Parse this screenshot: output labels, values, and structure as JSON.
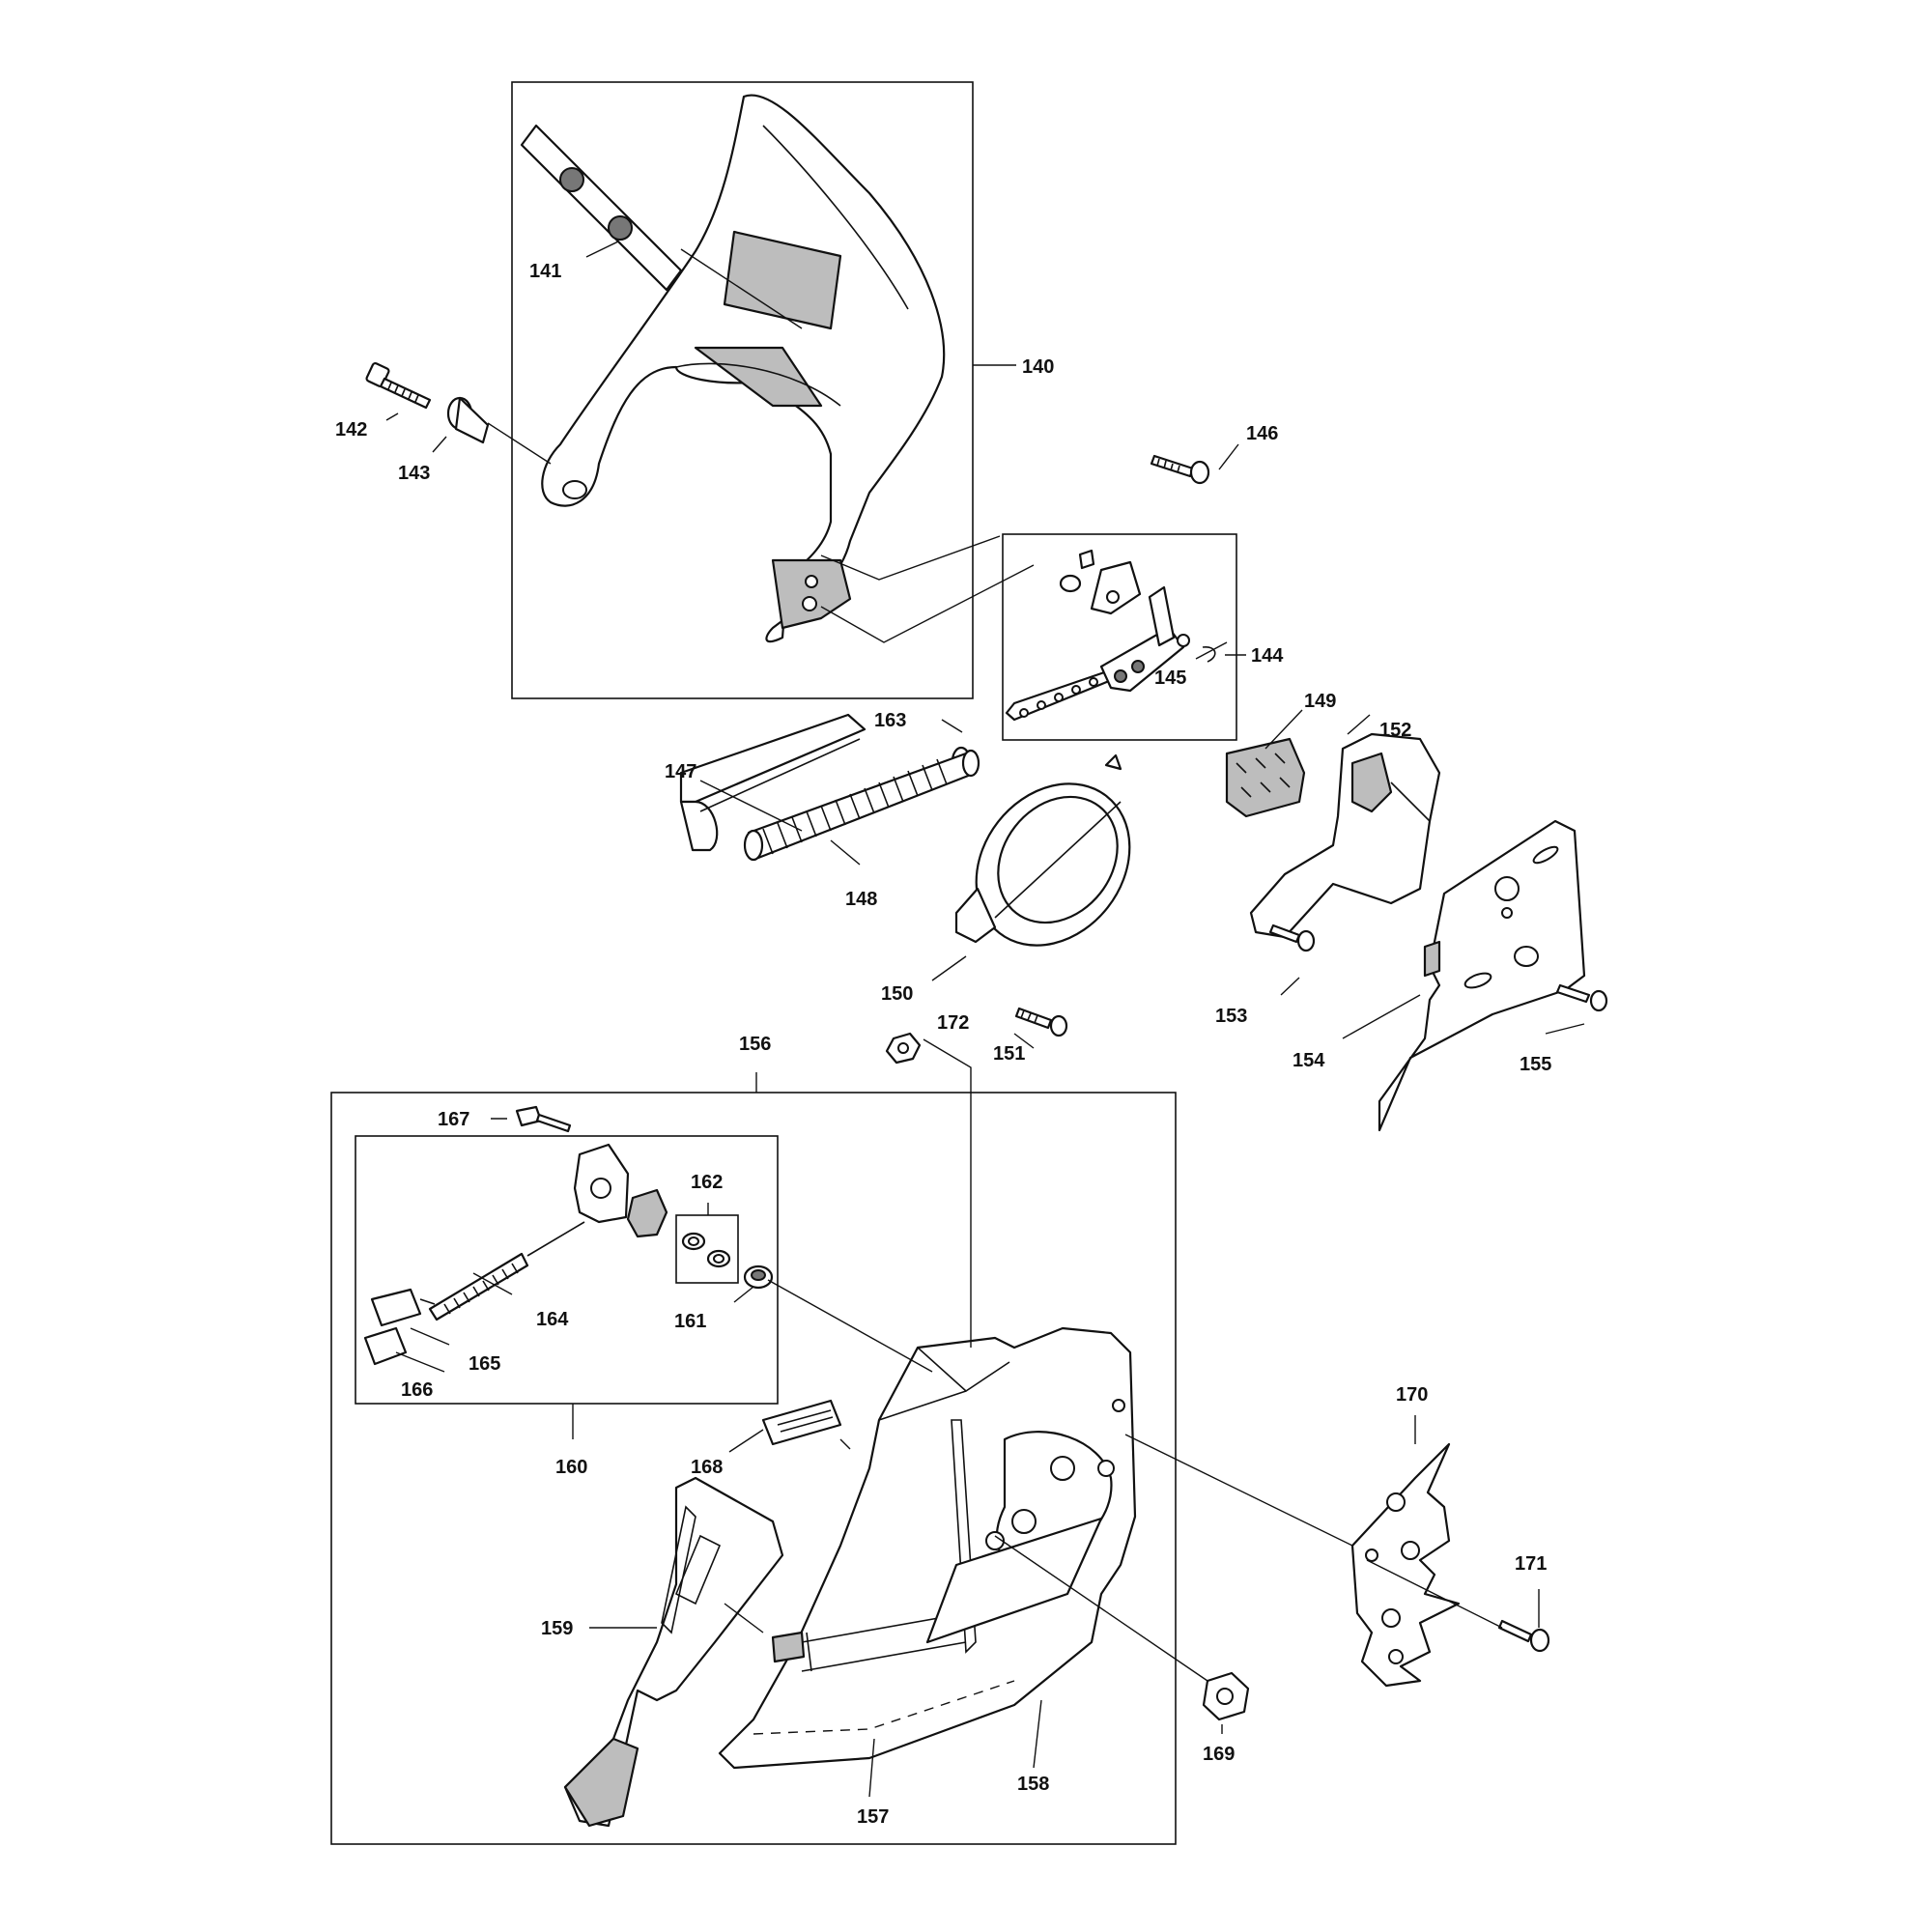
{
  "callouts": [
    {
      "id": "140",
      "text": "140"
    },
    {
      "id": "141",
      "text": "141"
    },
    {
      "id": "142",
      "text": "142"
    },
    {
      "id": "143",
      "text": "143"
    },
    {
      "id": "144",
      "text": "144"
    },
    {
      "id": "145",
      "text": "145"
    },
    {
      "id": "146",
      "text": "146"
    },
    {
      "id": "147",
      "text": "147"
    },
    {
      "id": "148",
      "text": "148"
    },
    {
      "id": "149",
      "text": "149"
    },
    {
      "id": "150",
      "text": "150"
    },
    {
      "id": "151",
      "text": "151"
    },
    {
      "id": "152",
      "text": "152"
    },
    {
      "id": "153",
      "text": "153"
    },
    {
      "id": "154",
      "text": "154"
    },
    {
      "id": "155",
      "text": "155"
    },
    {
      "id": "156",
      "text": "156"
    },
    {
      "id": "157",
      "text": "157"
    },
    {
      "id": "158",
      "text": "158"
    },
    {
      "id": "159",
      "text": "159"
    },
    {
      "id": "160",
      "text": "160"
    },
    {
      "id": "161",
      "text": "161"
    },
    {
      "id": "162",
      "text": "162"
    },
    {
      "id": "163",
      "text": "163"
    },
    {
      "id": "164",
      "text": "164"
    },
    {
      "id": "165",
      "text": "165"
    },
    {
      "id": "166",
      "text": "166"
    },
    {
      "id": "167",
      "text": "167"
    },
    {
      "id": "168",
      "text": "168"
    },
    {
      "id": "169",
      "text": "169"
    },
    {
      "id": "170",
      "text": "170"
    },
    {
      "id": "171",
      "text": "171"
    },
    {
      "id": "172",
      "text": "172"
    }
  ]
}
